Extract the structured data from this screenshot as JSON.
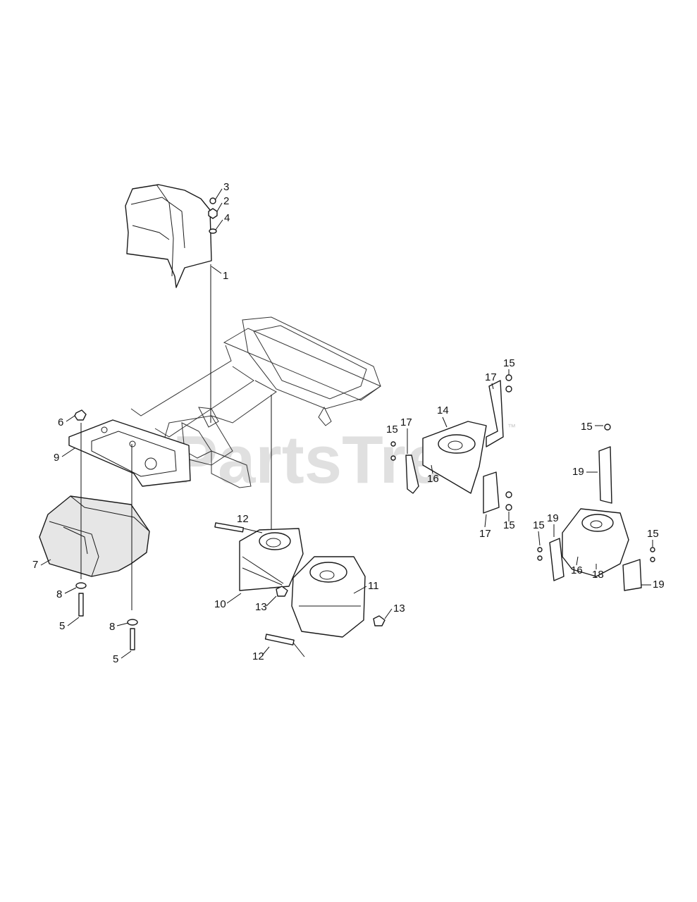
{
  "watermark": {
    "text": "PartsTree",
    "mark": "™"
  },
  "callouts": [
    {
      "id": "c3a",
      "label": "3"
    },
    {
      "id": "c2a",
      "label": "2"
    },
    {
      "id": "c4a",
      "label": "4"
    },
    {
      "id": "c1",
      "label": "1"
    },
    {
      "id": "c6",
      "label": "6"
    },
    {
      "id": "c9",
      "label": "9"
    },
    {
      "id": "c7",
      "label": "7"
    },
    {
      "id": "c8a",
      "label": "8"
    },
    {
      "id": "c5a",
      "label": "5"
    },
    {
      "id": "c8b",
      "label": "8"
    },
    {
      "id": "c5b",
      "label": "5"
    },
    {
      "id": "c12a",
      "label": "12"
    },
    {
      "id": "c11",
      "label": "11"
    },
    {
      "id": "c10",
      "label": "10"
    },
    {
      "id": "c13a",
      "label": "13"
    },
    {
      "id": "c13b",
      "label": "13"
    },
    {
      "id": "c12b",
      "label": "12"
    },
    {
      "id": "c17a",
      "label": "17"
    },
    {
      "id": "c15a",
      "label": "15"
    },
    {
      "id": "c14",
      "label": "14"
    },
    {
      "id": "c15b",
      "label": "15"
    },
    {
      "id": "c17b",
      "label": "17"
    },
    {
      "id": "c16a",
      "label": "16"
    },
    {
      "id": "c15c",
      "label": "15"
    },
    {
      "id": "c17c",
      "label": "17"
    },
    {
      "id": "c15d",
      "label": "15"
    },
    {
      "id": "c19a",
      "label": "19"
    },
    {
      "id": "c19b",
      "label": "19"
    },
    {
      "id": "c15e",
      "label": "15"
    },
    {
      "id": "c15f",
      "label": "15"
    },
    {
      "id": "c16b",
      "label": "16"
    },
    {
      "id": "c18",
      "label": "18"
    },
    {
      "id": "c19c",
      "label": "19"
    }
  ]
}
